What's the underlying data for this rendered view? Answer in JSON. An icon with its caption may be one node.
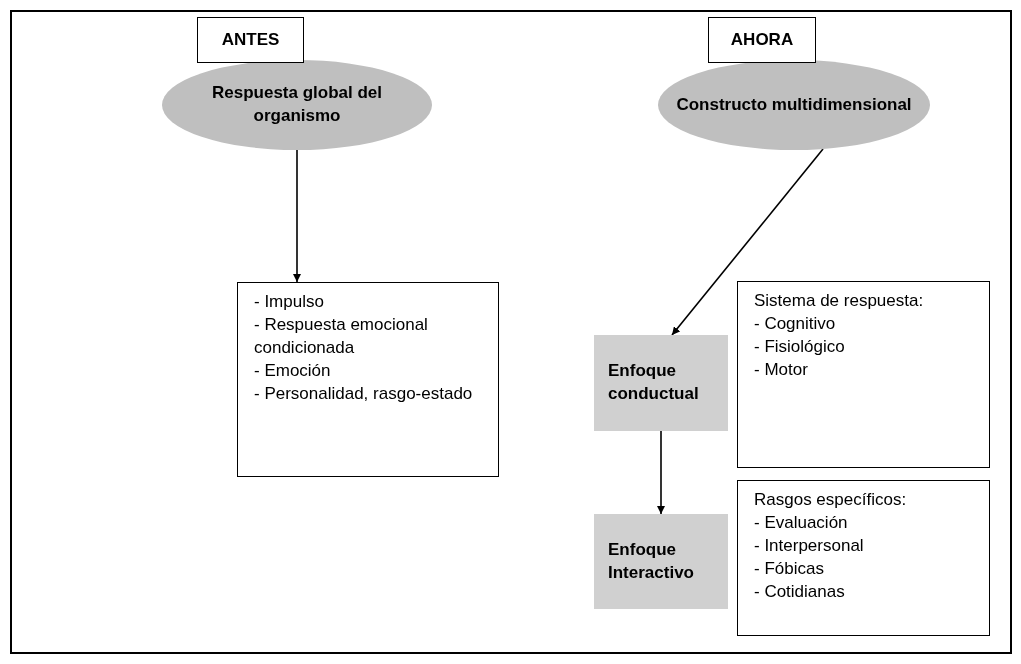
{
  "diagram": {
    "nodes": [
      {
        "text": [
          "ANTES"
        ]
      },
      {
        "text": [
          "Respuesta global del organismo"
        ]
      },
      {
        "text": [
          "- Impulso",
          "- Respuesta emocional condicionada",
          "- Emoción",
          "- Personalidad, rasgo-estado"
        ]
      },
      {
        "text": [
          "AHORA"
        ]
      },
      {
        "text": [
          "Constructo multidimensional"
        ]
      },
      {
        "text": [
          "Enfoque conductual"
        ]
      },
      {
        "text": [
          "Sistema de respuesta:",
          "- Cognitivo",
          "- Fisiológico",
          "- Motor"
        ]
      },
      {
        "text": [
          "Enfoque Interactivo"
        ]
      },
      {
        "text": [
          "Rasgos específicos:",
          "- Evaluación",
          "- Interpersonal",
          "- Fóbicas",
          "- Cotidianas"
        ]
      }
    ],
    "edges": [
      {
        "from": 1,
        "to": 2,
        "arrow": "to"
      },
      {
        "from": 4,
        "to": 5,
        "arrow": "to"
      },
      {
        "from": 5,
        "to": 7,
        "arrow": "to"
      }
    ]
  }
}
